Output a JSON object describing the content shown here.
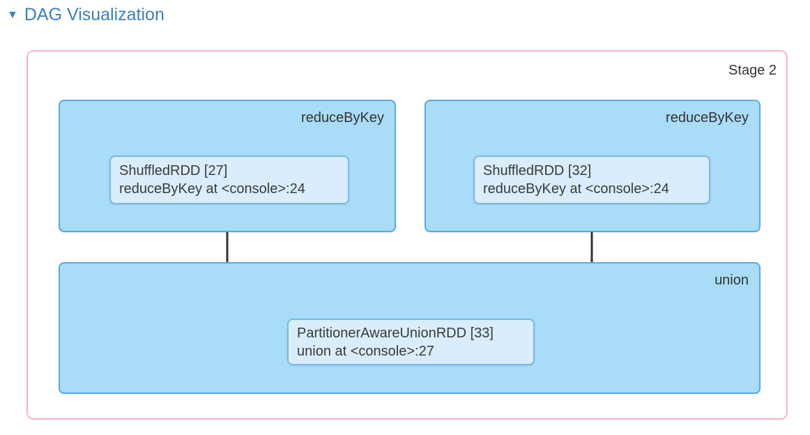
{
  "header": {
    "toggle_icon": "▼",
    "title": "DAG Visualization"
  },
  "stage": {
    "label": "Stage 2",
    "clusters": [
      {
        "label": "reduceByKey",
        "node": {
          "name": "ShuffledRDD [27]",
          "callsite": "reduceByKey at <console>:24"
        }
      },
      {
        "label": "reduceByKey",
        "node": {
          "name": "ShuffledRDD [32]",
          "callsite": "reduceByKey at <console>:24"
        }
      },
      {
        "label": "union",
        "node": {
          "name": "PartitionerAwareUnionRDD [33]",
          "callsite": "union at <console>:27"
        }
      }
    ],
    "edges": [
      {
        "from": "ShuffledRDD [27]",
        "to": "PartitionerAwareUnionRDD [33]"
      },
      {
        "from": "ShuffledRDD [32]",
        "to": "PartitionerAwareUnionRDD [33]"
      }
    ]
  },
  "colors": {
    "header_blue": "#3b7fc0",
    "stage_border": "#f6b6c4",
    "cluster_fill": "#a9dcf6",
    "cluster_border": "#58aae3",
    "node_fill": "#d9edfc",
    "node_border": "#77bae9",
    "edge": "#333333",
    "text": "#333333"
  }
}
